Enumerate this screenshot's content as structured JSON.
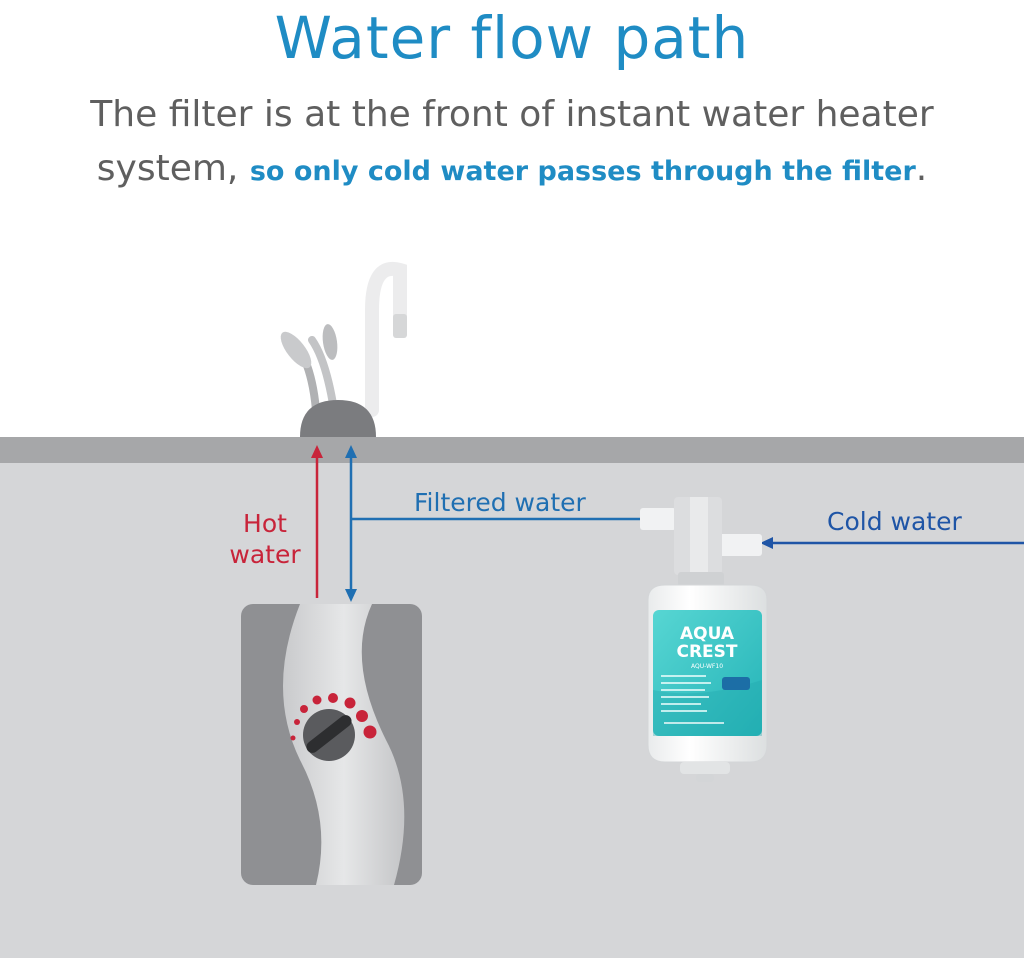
{
  "title": "Water flow path",
  "subtitle": {
    "line1": "The filter is at the front of instant water heater",
    "line2_prefix": "system, ",
    "line2_highlight": "so only cold water passes through the filter",
    "line2_suffix": "."
  },
  "labels": {
    "hot_water": "Hot water",
    "filtered_water": "Filtered water",
    "cold_water": "Cold water"
  },
  "filter": {
    "brand_line1": "AQUA",
    "brand_line2": "CREST",
    "model": "AQU-WF10"
  },
  "colors": {
    "title": "#1f8cc4",
    "hot": "#c8243a",
    "filtered": "#1f6fb2",
    "cold": "#1f55a6",
    "counter": "#a6a7a9",
    "cabinet": "#d5d6d8",
    "label_teal": "#3cc8c8"
  },
  "icons": {
    "faucet": "faucet-icon",
    "heater": "water-heater-icon",
    "filter": "water-filter-icon"
  }
}
